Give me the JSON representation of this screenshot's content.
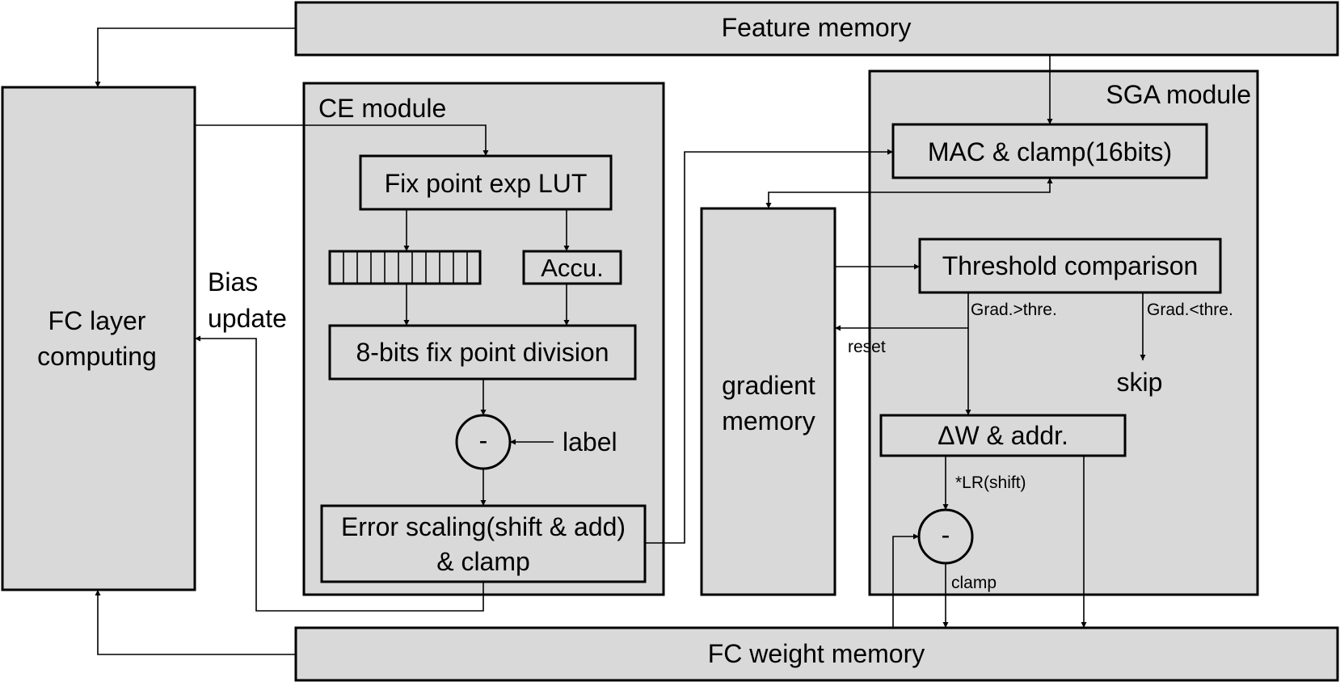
{
  "blocks": {
    "feature_memory": "Feature memory",
    "fc_weight_memory": "FC weight memory",
    "fc_layer_line1": "FC layer",
    "fc_layer_line2": "computing",
    "ce_module": "CE module",
    "fix_point_exp_lut": "Fix point exp LUT",
    "accu": "Accu.",
    "fix_point_division": "8-bits fix point division",
    "subtract_symbol": "-",
    "error_scaling_line1": "Error scaling(shift & add)",
    "error_scaling_line2": "& clamp",
    "gradient_memory_line1": "gradient",
    "gradient_memory_line2": "memory",
    "sga_module": "SGA module",
    "mac_clamp": "MAC & clamp(16bits)",
    "threshold_comparison": "Threshold comparison",
    "delta_w_addr": "ΔW & addr.",
    "sga_subtract_symbol": "-"
  },
  "labels": {
    "bias_line1": "Bias",
    "bias_line2": "update",
    "label": "label",
    "reset": "reset",
    "grad_gt": "Grad.>thre.",
    "grad_lt": "Grad.<thre.",
    "skip": "skip",
    "lr_shift": "*LR(shift)",
    "clamp": "clamp"
  }
}
